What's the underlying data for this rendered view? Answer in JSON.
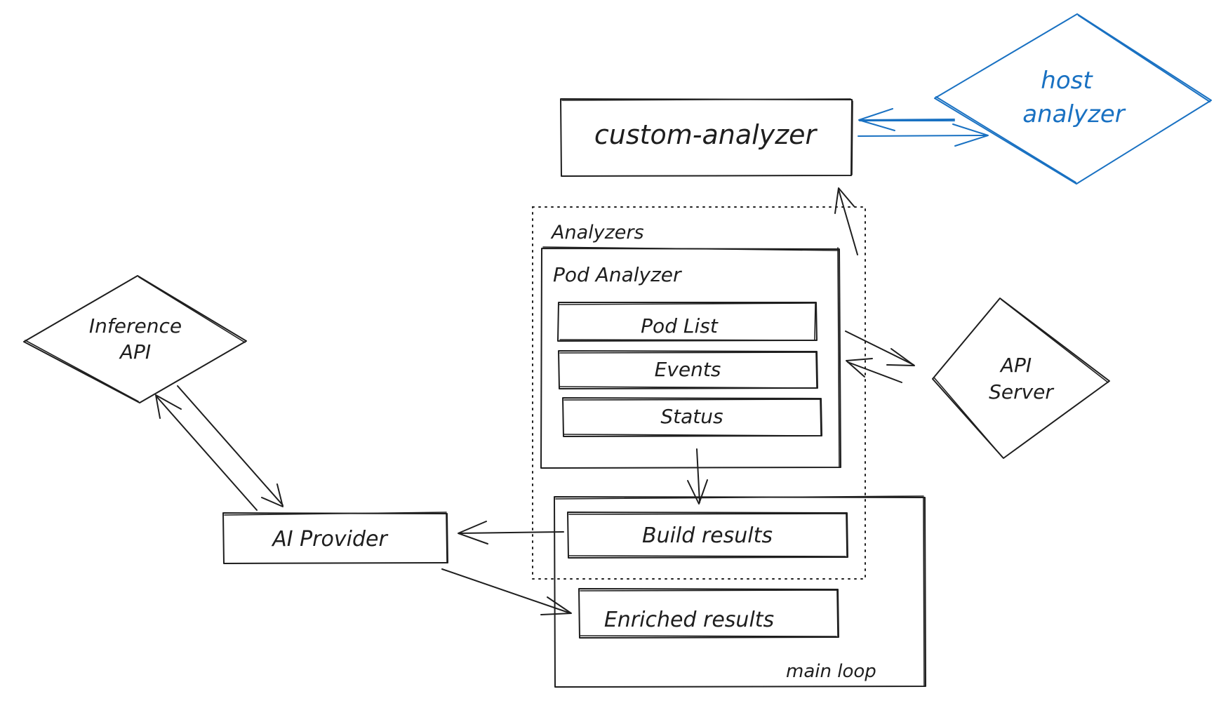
{
  "diagram": {
    "nodes": {
      "custom_analyzer": "custom-analyzer",
      "host_analyzer": [
        "host",
        "analyzer"
      ],
      "analyzers_group": "Analyzers",
      "pod_analyzer": "Pod Analyzer",
      "pod_list": "Pod List",
      "events": "Events",
      "status": "Status",
      "inference_api": [
        "Inference",
        "API"
      ],
      "api_server": [
        "API",
        "Server"
      ],
      "ai_provider": "AI Provider",
      "build_results": "Build results",
      "enriched_results": "Enriched results",
      "main_loop": "main loop"
    },
    "colors": {
      "ink": "#1e1e1e",
      "accent": "#1971c2",
      "background": "#ffffff"
    }
  }
}
